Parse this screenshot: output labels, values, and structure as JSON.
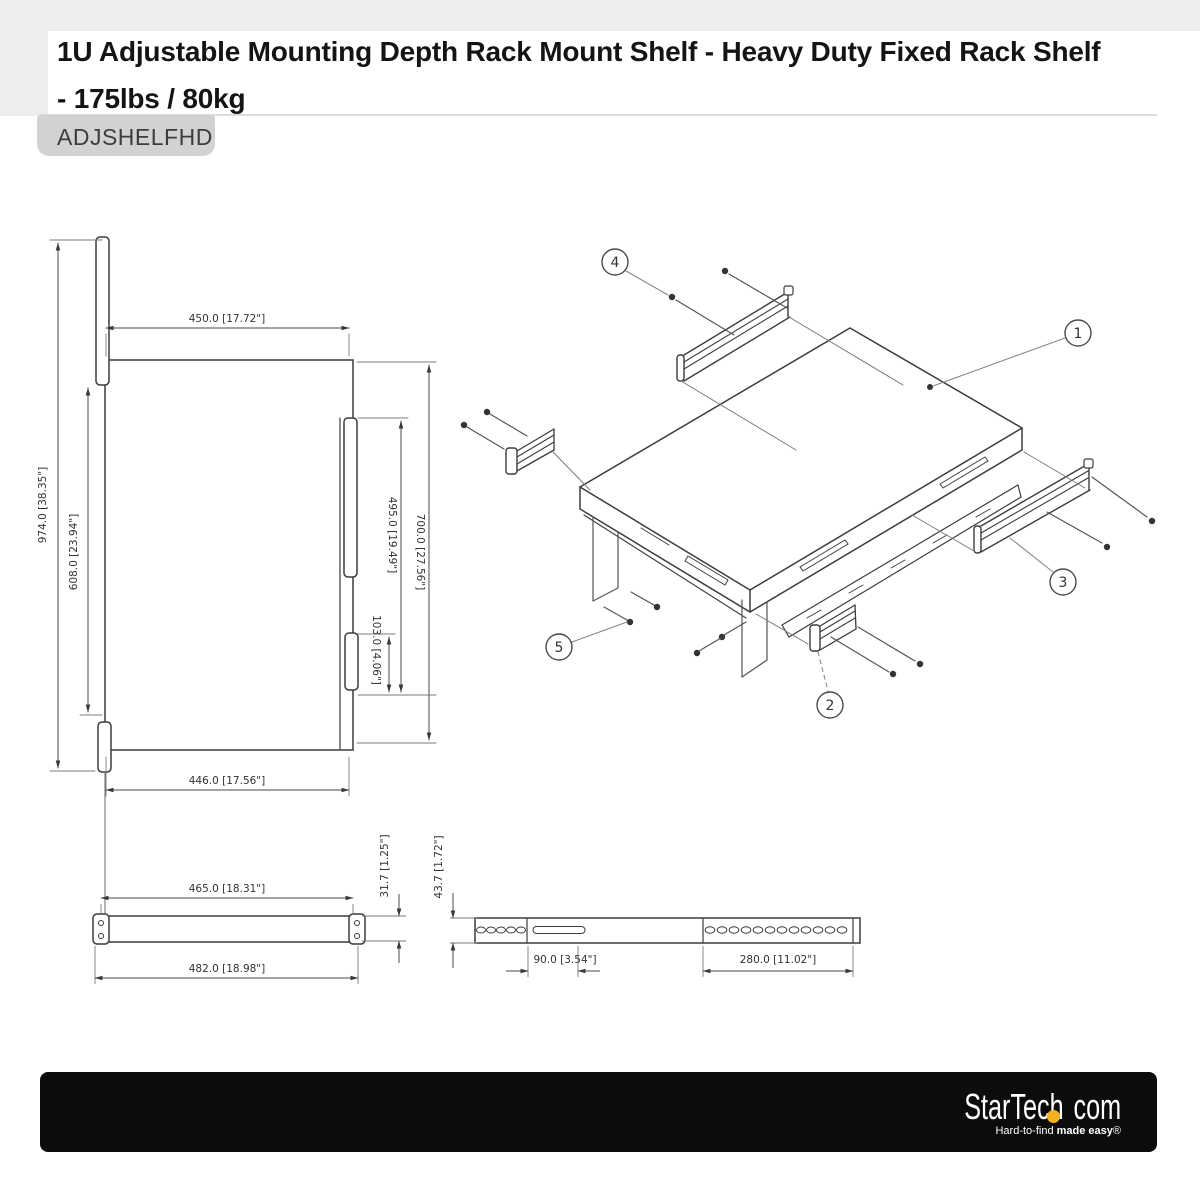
{
  "title": {
    "line1": "1U Adjustable Mounting Depth Rack Mount Shelf - Heavy Duty Fixed Rack Shelf",
    "line2": "- 175lbs / 80kg"
  },
  "sku": "ADJSHELFHD",
  "diagram": {
    "top_view": {
      "dim_width_top": "450.0 [17.72\"]",
      "dim_depth_outer": "974.0 [38.35\"]",
      "dim_depth_inner": "608.0 [23.94\"]",
      "dim_right_inner": "495.0 [19.49\"]",
      "dim_right_outer": "700.0 [27.56\"]",
      "dim_right_small": "103.0 [4.06\"]",
      "dim_width_bottom": "446.0 [17.56\"]"
    },
    "front_view": {
      "dim_width_inner": "465.0 [18.31\"]",
      "dim_width_outer": "482.0 [18.98\"]",
      "dim_height": "31.7 [1.25\"]"
    },
    "rail_view": {
      "dim_height": "43.7 [1.72\"]",
      "dim_front_section": "90.0 [3.54\"]",
      "dim_slot_section": "280.0 [11.02\"]"
    },
    "callouts": {
      "c1": "1",
      "c2": "2",
      "c3": "3",
      "c4": "4",
      "c5": "5"
    }
  },
  "footer": {
    "brand": "StarTech com",
    "tagline_prefix": "Hard-to-find ",
    "tagline_bold": "made easy",
    "tagline_reg": "®"
  }
}
